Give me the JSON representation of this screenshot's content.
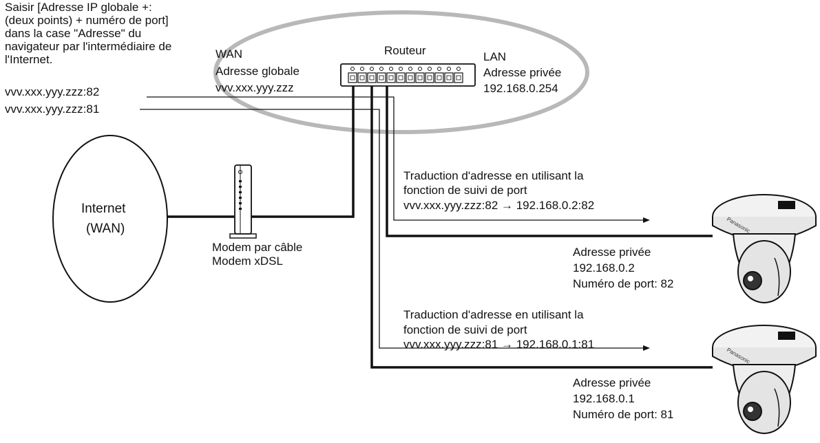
{
  "instruction_lines": [
    "Saisir [Adresse IP globale +:",
    "(deux points) + numéro de port]",
    "dans la case \"Adresse\" du",
    "navigateur par l'intermédiaire de",
    "l'Internet."
  ],
  "url_82": "vvv.xxx.yyy.zzz:82",
  "url_81": "vvv.xxx.yyy.zzz:81",
  "wan": {
    "title": "WAN",
    "addr_label": "Adresse globale",
    "addr": "vvv.xxx.yyy.zzz"
  },
  "router_label": "Routeur",
  "lan": {
    "title": "LAN",
    "addr_label": "Adresse privée",
    "addr": "192.168.0.254"
  },
  "internet": {
    "line1": "Internet",
    "line2": "(WAN)"
  },
  "modem": {
    "line1": "Modem par câble",
    "line2": "Modem xDSL"
  },
  "translation_82": {
    "line1": "Traduction d'adresse en utilisant la",
    "line2": "fonction de suivi de port",
    "line3": "vvv.xxx.yyy.zzz:82 → 192.168.0.2:82"
  },
  "translation_81": {
    "line1": "Traduction d'adresse en utilisant la",
    "line2": "fonction de suivi de port",
    "line3": "vvv.xxx.yyy.zzz:81 → 192.168.0.1:81"
  },
  "camera_82": {
    "line1": "Adresse privée",
    "line2": "192.168.0.2",
    "line3": "Numéro de port: 82"
  },
  "camera_81": {
    "line1": "Adresse privée",
    "line2": "192.168.0.1",
    "line3": "Numéro de port: 81"
  },
  "camera_brand": "Panasonic",
  "colors": {
    "line": "#111111",
    "ellipse": "#b8b8b8",
    "camera_body": "#f2f2f2"
  }
}
